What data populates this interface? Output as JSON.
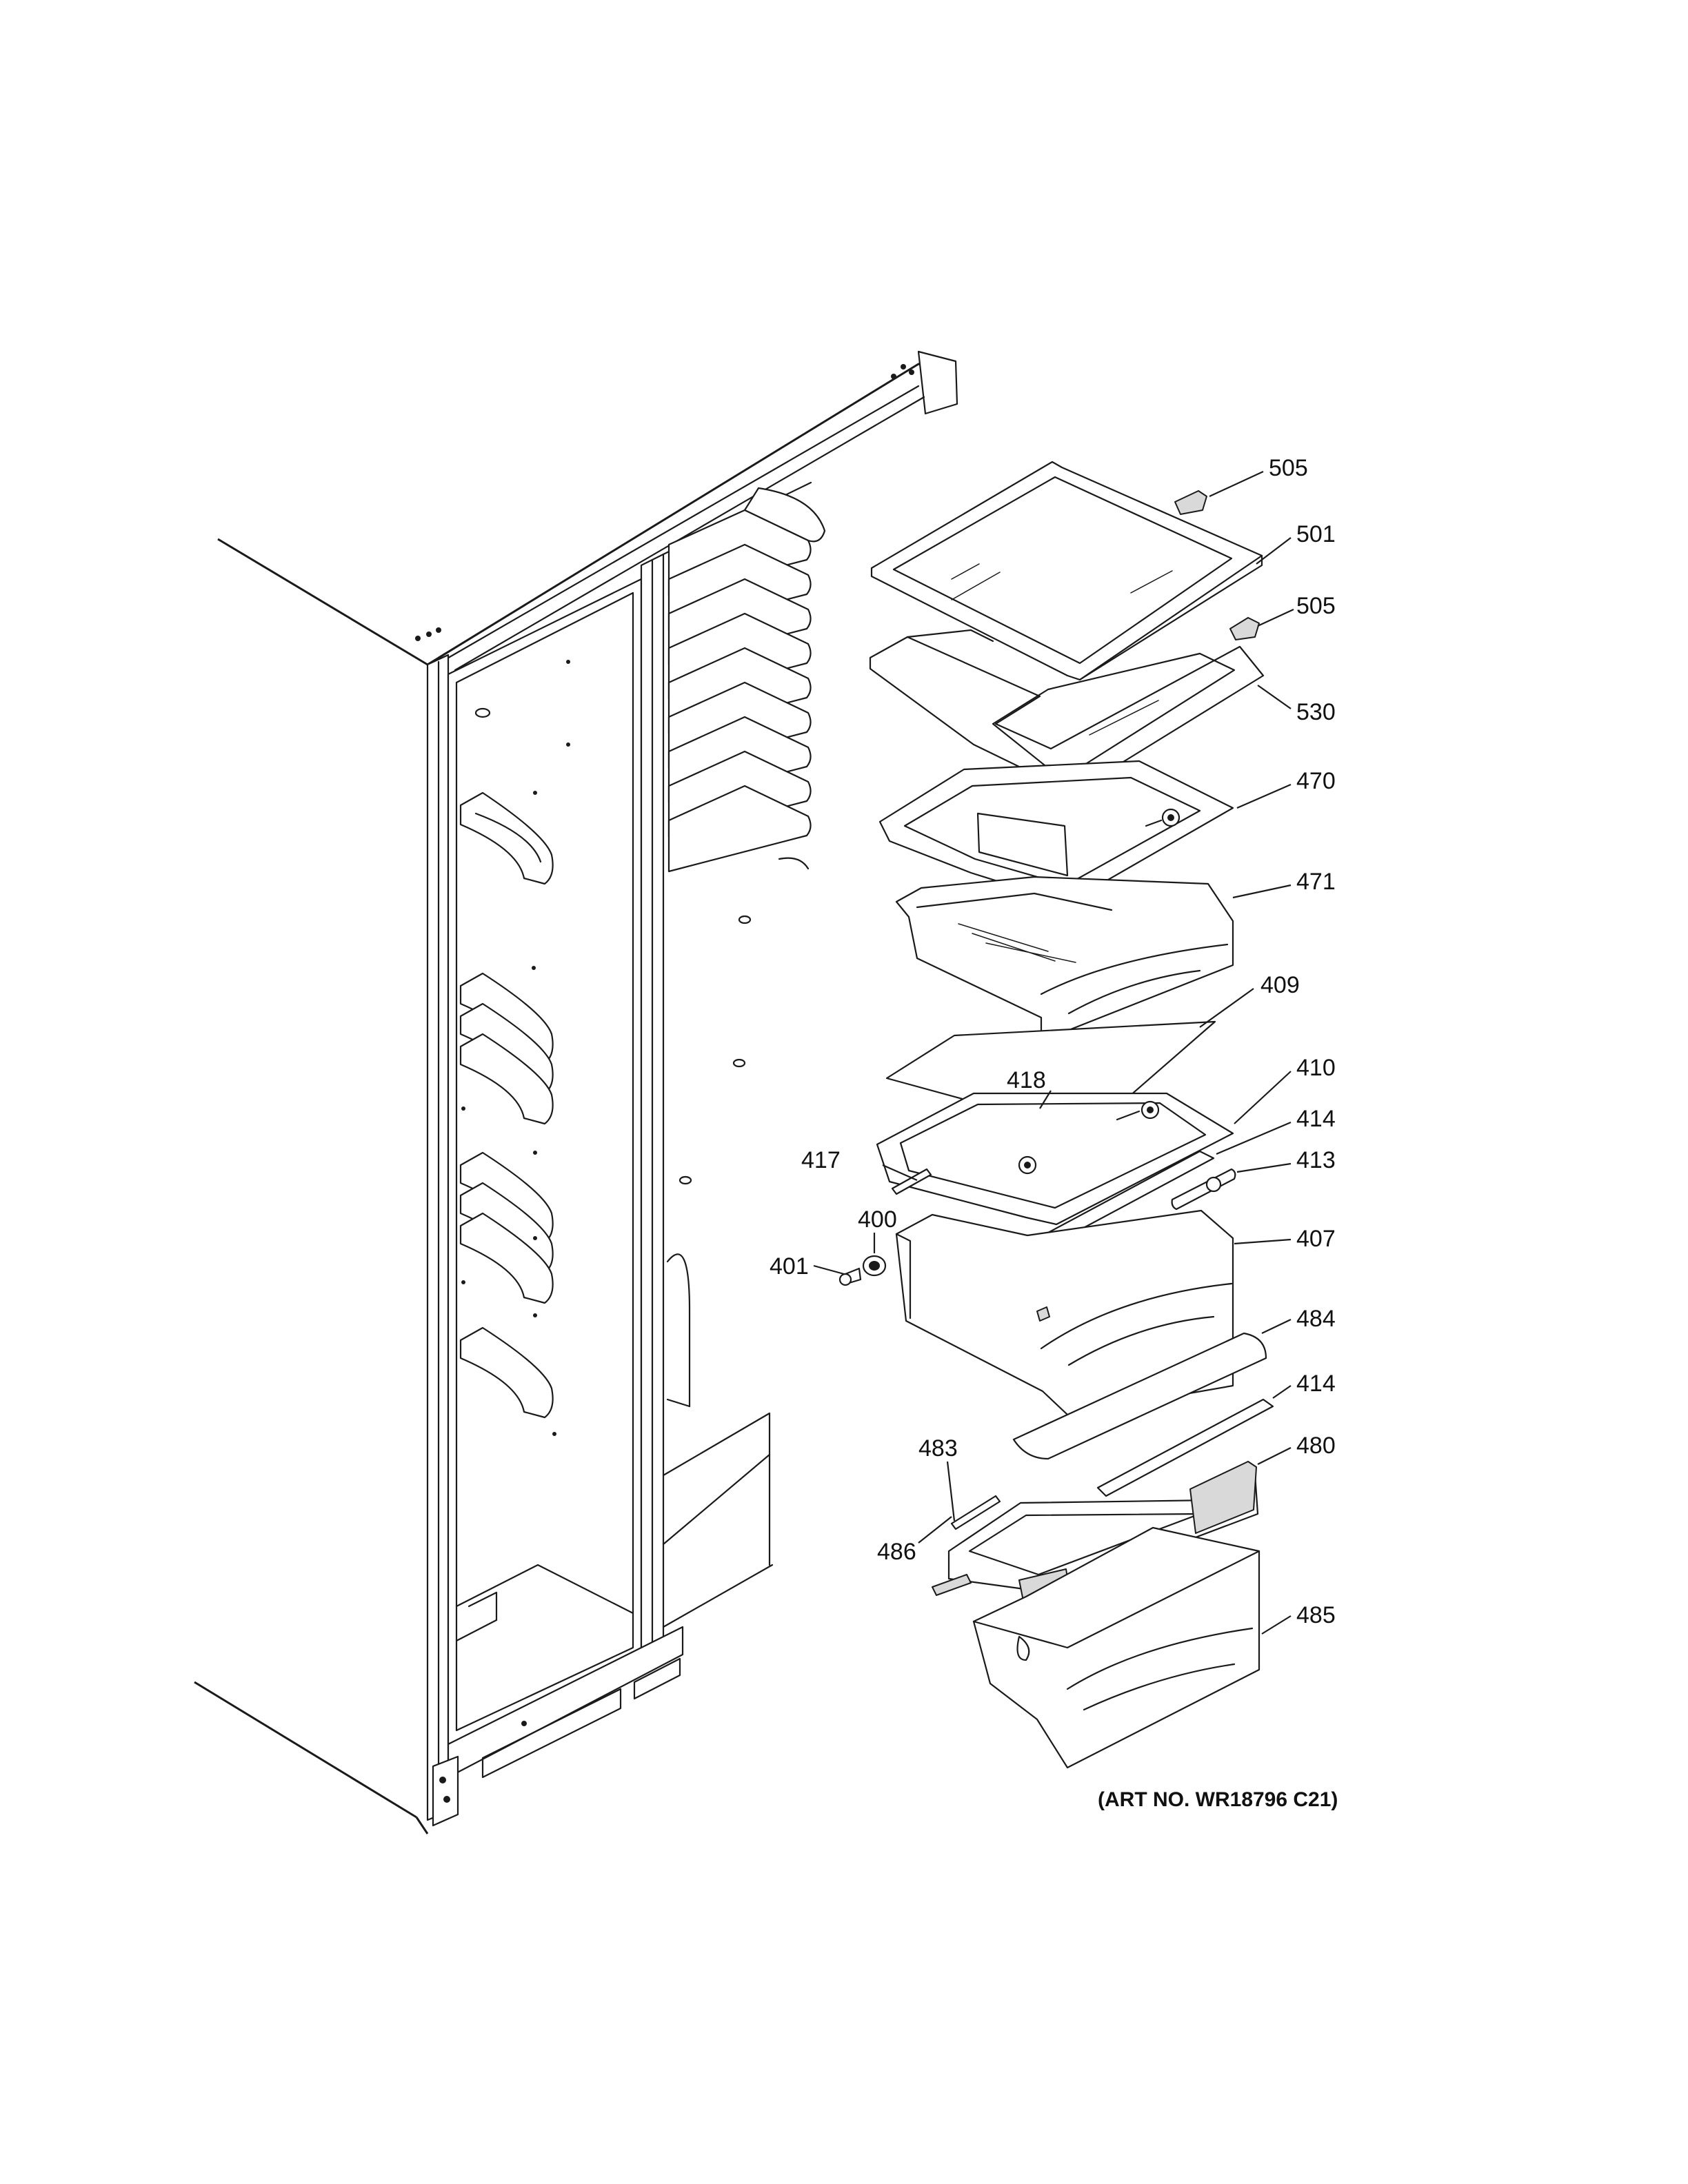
{
  "callouts": [
    {
      "id": "c505a",
      "label": "505"
    },
    {
      "id": "c501",
      "label": "501"
    },
    {
      "id": "c505b",
      "label": "505"
    },
    {
      "id": "c530",
      "label": "530"
    },
    {
      "id": "c470",
      "label": "470"
    },
    {
      "id": "c471",
      "label": "471"
    },
    {
      "id": "c409",
      "label": "409"
    },
    {
      "id": "c418",
      "label": "418"
    },
    {
      "id": "c410",
      "label": "410"
    },
    {
      "id": "c414a",
      "label": "414"
    },
    {
      "id": "c417",
      "label": "417"
    },
    {
      "id": "c413",
      "label": "413"
    },
    {
      "id": "c400",
      "label": "400"
    },
    {
      "id": "c401",
      "label": "401"
    },
    {
      "id": "c407",
      "label": "407"
    },
    {
      "id": "c484",
      "label": "484"
    },
    {
      "id": "c414b",
      "label": "414"
    },
    {
      "id": "c483",
      "label": "483"
    },
    {
      "id": "c480",
      "label": "480"
    },
    {
      "id": "c486",
      "label": "486"
    },
    {
      "id": "c485",
      "label": "485"
    }
  ],
  "art_number": "(ART NO. WR18796 C21)"
}
